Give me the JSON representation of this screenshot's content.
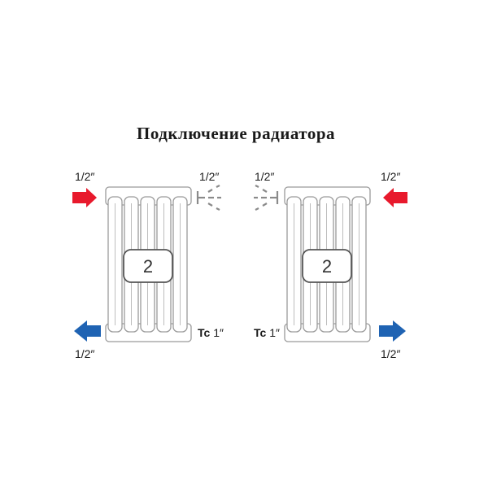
{
  "title": "Подключение радиатора",
  "colors": {
    "supply": "#e8192c",
    "return": "#1f63b3",
    "outline": "#9a9a9a",
    "valve": "#8a8a8a"
  },
  "icons": {
    "supply_arrow": "arrow-right-red-icon",
    "return_arrow": "arrow-left-blue-icon",
    "valve": "valve-icon"
  },
  "left": {
    "top_left_label": "1/2″",
    "top_right_label": "1/2″",
    "bottom_left_label": "1/2″",
    "section_count": "2",
    "tc_prefix": "Tc",
    "tc_size": " 1″"
  },
  "right": {
    "top_left_label": "1/2″",
    "top_right_label": "1/2″",
    "bottom_right_label": "1/2″",
    "section_count": "2",
    "tc_prefix": "Tc",
    "tc_size": " 1″"
  }
}
